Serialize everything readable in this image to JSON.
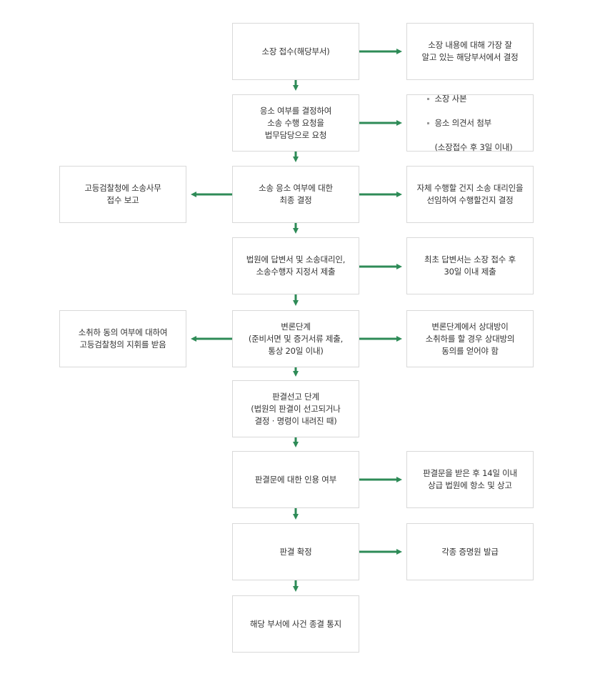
{
  "colors": {
    "arrow": "#2e8b57",
    "border": "#d9d9d9",
    "text": "#333333"
  },
  "main_steps": [
    "소장 접수(해당부서)",
    "응소 여부를 결정하여\n소송 수행 요청을\n법무담당으로 요청",
    "소송 응소 여부에 대한\n최종 결정",
    "법원에 답변서 및 소송대리인,\n소송수행자 지정서 제출",
    "변론단계\n(준비서면 및 증거서류 제출,\n통상 20일 이내)",
    "판결선고 단계\n(법원의 판결이 선고되거나\n결정 · 명령이 내려진 때)",
    "판결문에 대한 인용 여부",
    "판결 확정",
    "해당 부서에 사건 종결 통지"
  ],
  "right_notes": {
    "step1": "소장 내용에 대해 가장 잘\n알고 있는 해당부서에서 결정",
    "step2_items": [
      "소장 사본",
      "응소 의견서 첨부"
    ],
    "step2_sub": "(소장접수 후 3일 이내)",
    "step3": "자체 수행할 건지 소송 대리인을\n선임하여 수행할건지 결정",
    "step4": "최초 답변서는 소장 접수 후\n30일 이내 제출",
    "step5": "변론단계에서 상대방이\n소취하를 할 경우 상대방의\n동의를 얻어야 함",
    "step7": "판결문을 받은 후 14일 이내\n상급 법원에 항소 및 상고",
    "step8": "각종 증명원 발급"
  },
  "left_notes": {
    "step3": "고등검찰청에 소송사무\n접수 보고",
    "step5": "소취하 동의 여부에 대하여\n고등검찰청의 지휘를 받음"
  }
}
